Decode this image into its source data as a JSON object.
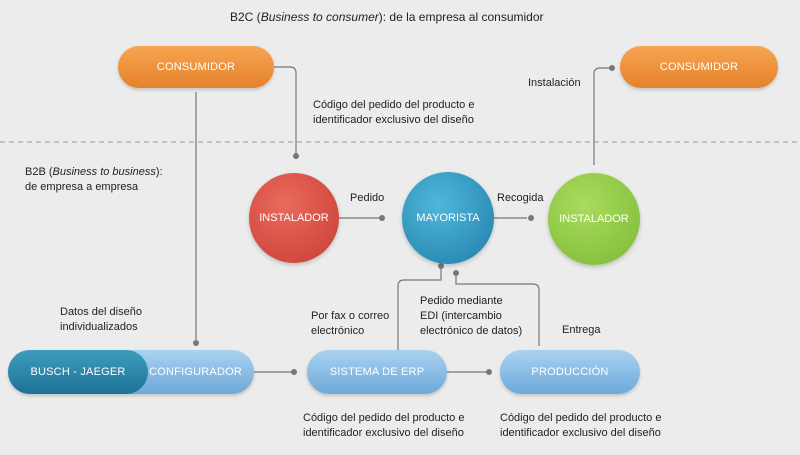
{
  "title": {
    "prefix": "B2C (",
    "italic": "Business to consumer",
    "suffix": "): de la empresa al consumidor"
  },
  "b2b": {
    "prefix": "B2B (",
    "italic": "Business to business",
    "suffix": "):",
    "line2": "de empresa a empresa"
  },
  "nodes": {
    "consumer_left": "CONSUMIDOR",
    "consumer_right": "CONSUMIDOR",
    "installer_left": "INSTALADOR",
    "wholesaler": "MAYORISTA",
    "installer_right": "INSTALADOR",
    "busch_jaeger": "BUSCH - JAEGER",
    "configurator": "CONFIGURADOR",
    "erp": "SISTEMA DE ERP",
    "production": "PRODUCCIÓN"
  },
  "labels": {
    "order_code_top_1": "Código del pedido del producto e",
    "order_code_top_2": "identificador exclusivo del diseño",
    "installation": "Instalación",
    "order": "Pedido",
    "pickup": "Recogida",
    "design_data_1": "Datos del diseño",
    "design_data_2": "individualizados",
    "fax_1": "Por fax o correo",
    "fax_2": "electrónico",
    "edi_1": "Pedido mediante",
    "edi_2": "EDI (intercambio",
    "edi_3": "electrónico de datos)",
    "delivery": "Entrega",
    "order_code_erp_1": "Código del pedido del producto e",
    "order_code_erp_2": "identificador exclusivo del diseño",
    "order_code_prod_1": "Código del pedido del producto e",
    "order_code_prod_2": "identificador exclusivo del diseño"
  },
  "colors": {
    "orange": "#f0923b",
    "red": "#d9493f",
    "teal": "#2f95bd",
    "green": "#94cc46",
    "light_blue": "#8cbee6",
    "dark_teal": "#2a86a8",
    "line": "#777777"
  }
}
